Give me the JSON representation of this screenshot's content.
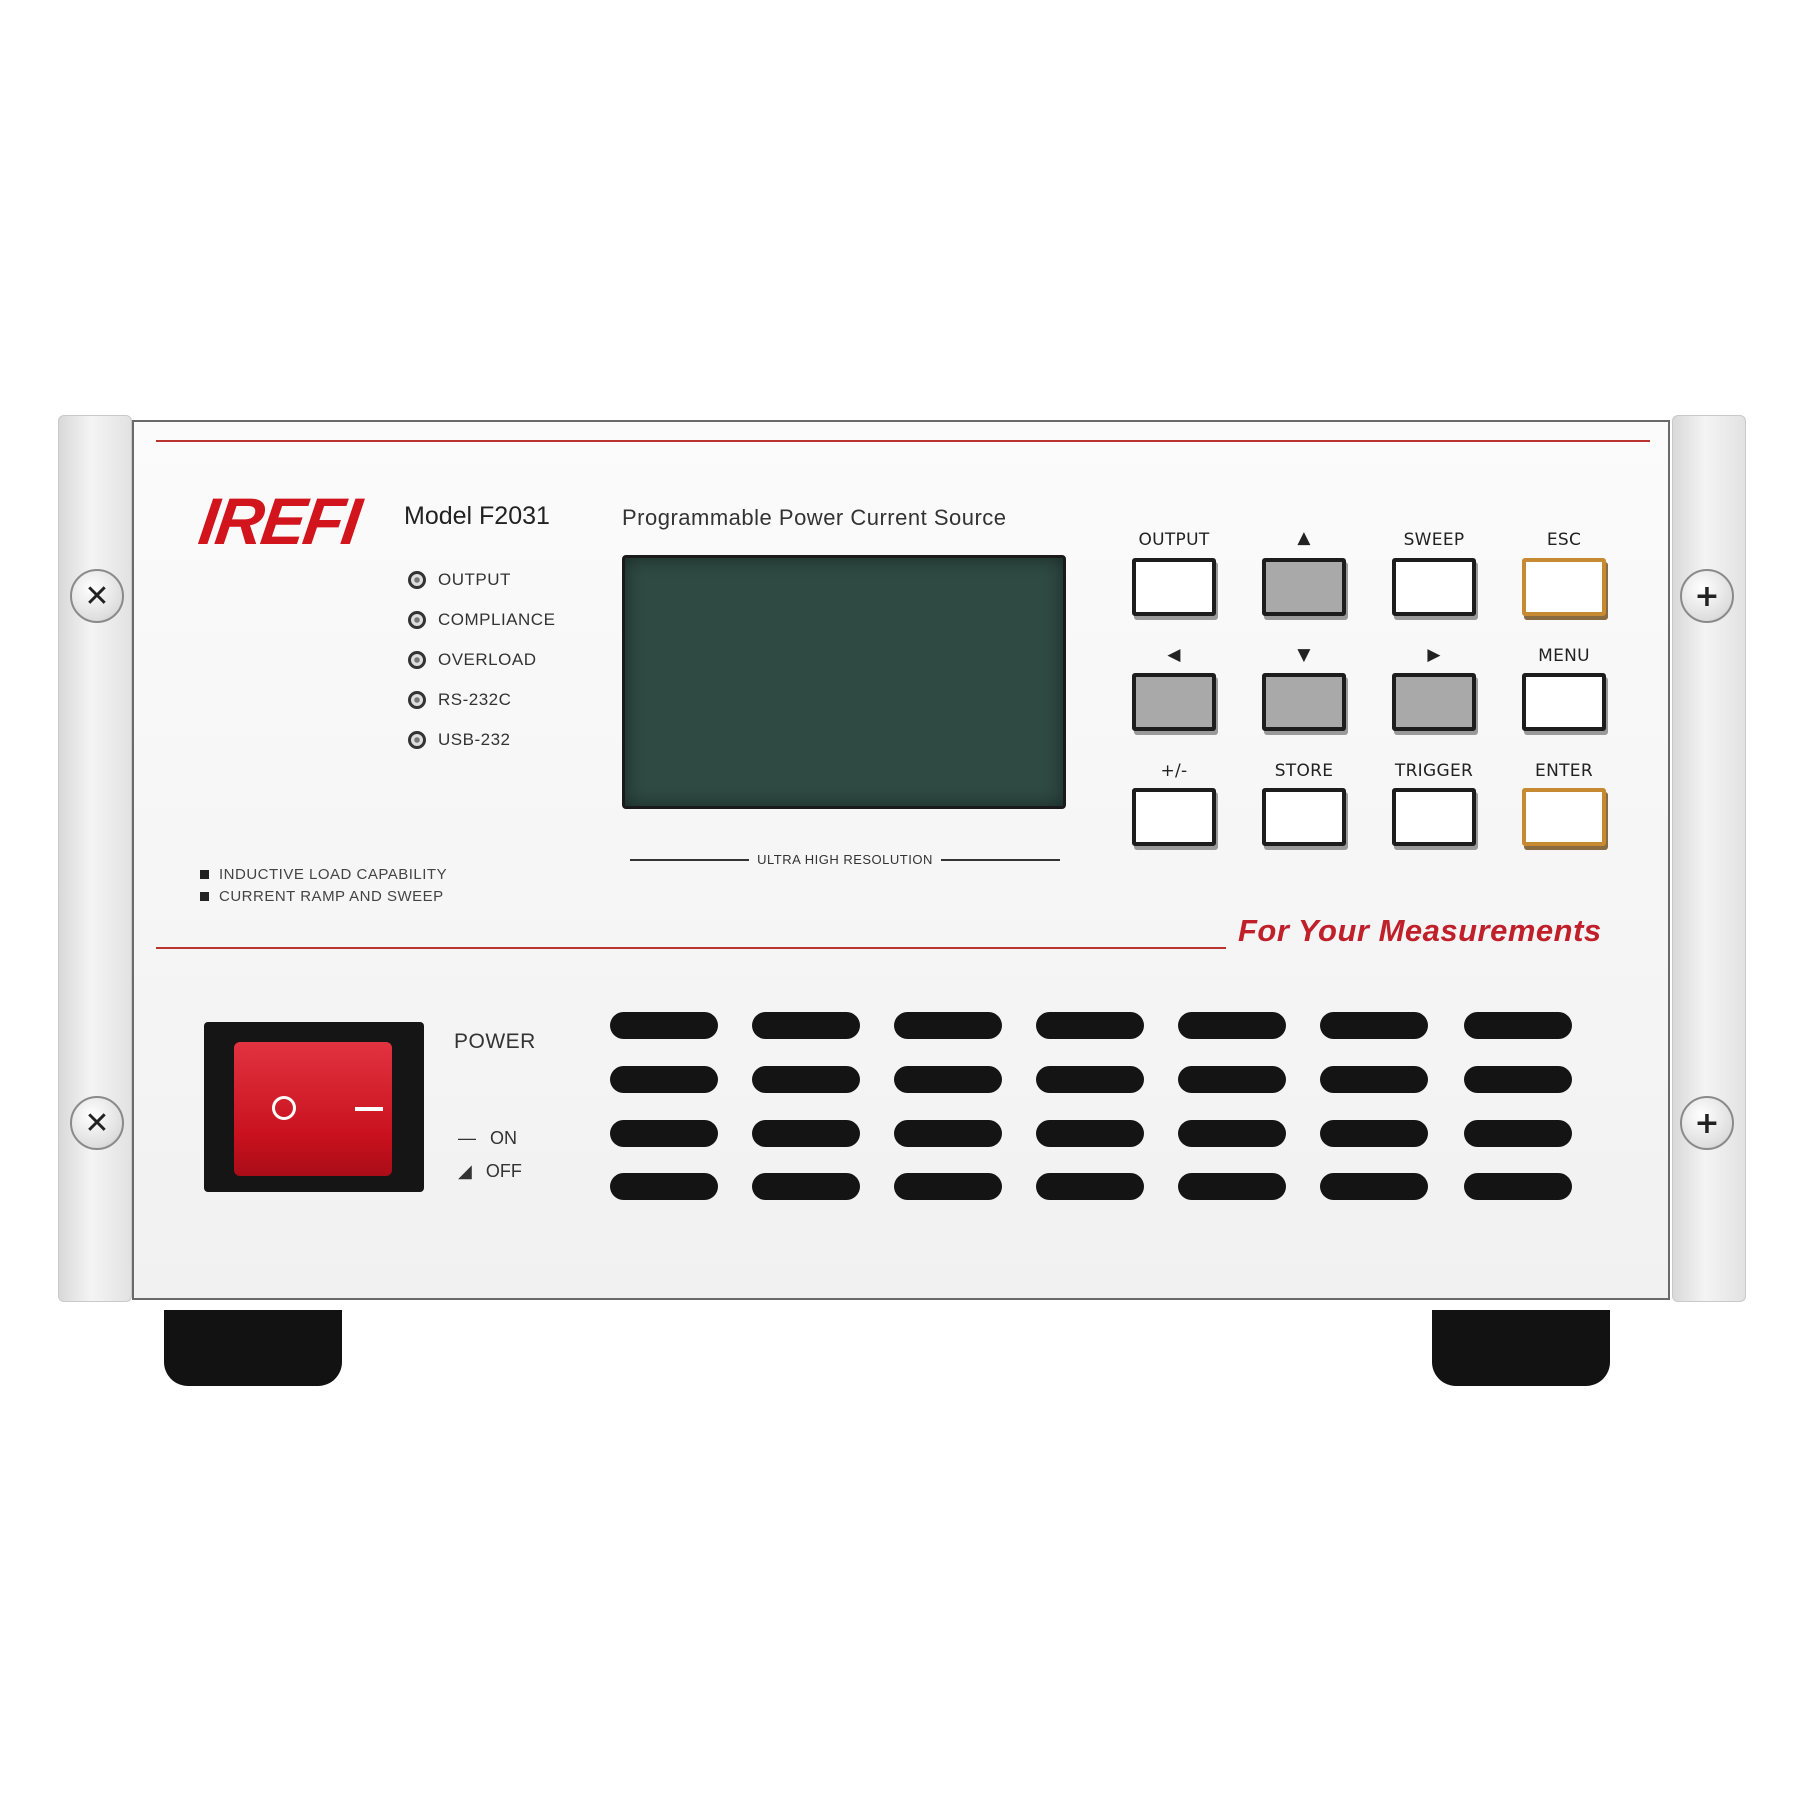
{
  "brand": {
    "logo_text": "IREFI",
    "model": "Model F2031",
    "product_title": "Programmable Power Current Source",
    "tagline": "For Your Measurements",
    "accent_color": "#c0202a"
  },
  "indicators": [
    {
      "label": "OUTPUT"
    },
    {
      "label": "COMPLIANCE"
    },
    {
      "label": "OVERLOAD"
    },
    {
      "label": "RS-232C"
    },
    {
      "label": "USB-232"
    }
  ],
  "features": [
    "INDUCTIVE LOAD CAPABILITY",
    "CURRENT RAMP AND SWEEP"
  ],
  "display": {
    "caption": "ULTRA HIGH RESOLUTION"
  },
  "keypad": {
    "row1": [
      {
        "label": "OUTPUT",
        "style": "white"
      },
      {
        "label": "▲",
        "style": "grey"
      },
      {
        "label": "SWEEP",
        "style": "white"
      },
      {
        "label": "ESC",
        "style": "amber"
      }
    ],
    "row2": [
      {
        "label": "◀",
        "style": "grey"
      },
      {
        "label": "▼",
        "style": "grey"
      },
      {
        "label": "▶",
        "style": "grey"
      },
      {
        "label": "MENU",
        "style": "white"
      }
    ],
    "row3": [
      {
        "label": "+/-",
        "style": "white"
      },
      {
        "label": "STORE",
        "style": "white"
      },
      {
        "label": "TRIGGER",
        "style": "white"
      },
      {
        "label": "ENTER",
        "style": "amber"
      }
    ]
  },
  "power": {
    "label": "POWER",
    "switch_on_symbol": "O",
    "switch_off_symbol": "—",
    "states": [
      {
        "mark": "—",
        "label": "ON"
      },
      {
        "mark": "◢",
        "label": "OFF"
      }
    ]
  }
}
